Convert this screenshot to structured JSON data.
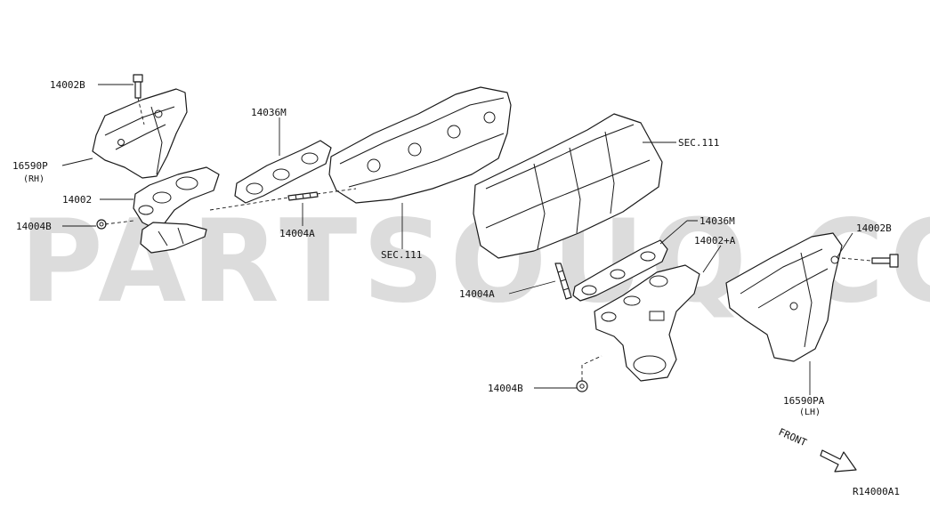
{
  "watermark": "PARTSOUQ.COM",
  "labels": {
    "p14002B_rh": "14002B",
    "p16590P": "16590P",
    "rh": "(RH)",
    "p14036M_rh": "14036M",
    "p14002": "14002",
    "p14004B_rh": "14004B",
    "p14004A_rh": "14004A",
    "sec111_left": "SEC.111",
    "sec111_right": "SEC.111",
    "p14036M_lh": "14036M",
    "p14002A": "14002+A",
    "p14002B_lh": "14002B",
    "p14004A_lh": "14004A",
    "p14004B_lh": "14004B",
    "p16590PA": "16590PA",
    "lh": "(LH)",
    "front": "FRONT",
    "ref": "R14000A1"
  }
}
